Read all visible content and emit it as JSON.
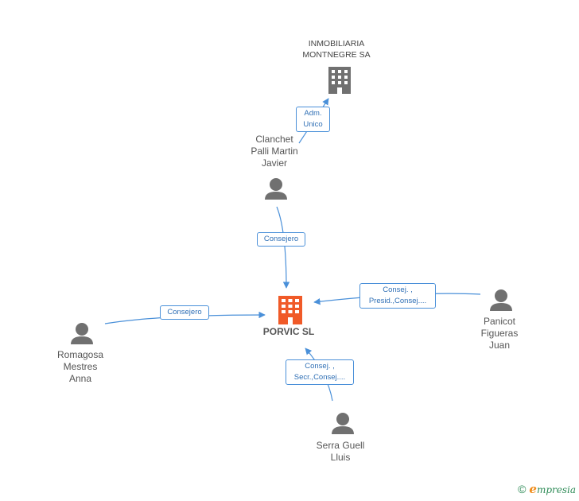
{
  "nodes": {
    "inmobiliaria": {
      "label": "INMOBILIARIA\nMONTNEGRE SA",
      "type": "company"
    },
    "clanchet": {
      "label": "Clanchet\nPalli Martin\nJavier",
      "type": "person"
    },
    "porvic": {
      "label": "PORVIC SL",
      "type": "main-company"
    },
    "romagosa": {
      "label": "Romagosa\nMestres\nAnna",
      "type": "person"
    },
    "panicot": {
      "label": "Panicot\nFigueras\nJuan",
      "type": "person"
    },
    "serra": {
      "label": "Serra Guell\nLluis",
      "type": "person"
    }
  },
  "edges": {
    "adm_unico": {
      "label": "Adm.\nUnico",
      "from": "Clanchet Palli Martin Javier",
      "to": "INMOBILIARIA MONTNEGRE SA"
    },
    "consejero_clanchet": {
      "label": "Consejero",
      "from": "Clanchet Palli Martin Javier",
      "to": "PORVIC SL"
    },
    "consejero_romagosa": {
      "label": "Consejero",
      "from": "Romagosa Mestres Anna",
      "to": "PORVIC SL"
    },
    "panicot_roles": {
      "label": "Consej. ,\nPresid.,Consej....",
      "from": "Panicot Figueras Juan",
      "to": "PORVIC SL"
    },
    "serra_roles": {
      "label": "Consej. ,\nSecr.,Consej....",
      "from": "Serra Guell Lluis",
      "to": "PORVIC SL"
    }
  },
  "colors": {
    "edge": "#4a90d9",
    "person_icon": "#707070",
    "company_icon": "#707070",
    "main_company_icon": "#f05a28"
  },
  "footer": {
    "copyright_symbol": "©",
    "brand_e": "e",
    "brand_rest": "mpresia"
  }
}
